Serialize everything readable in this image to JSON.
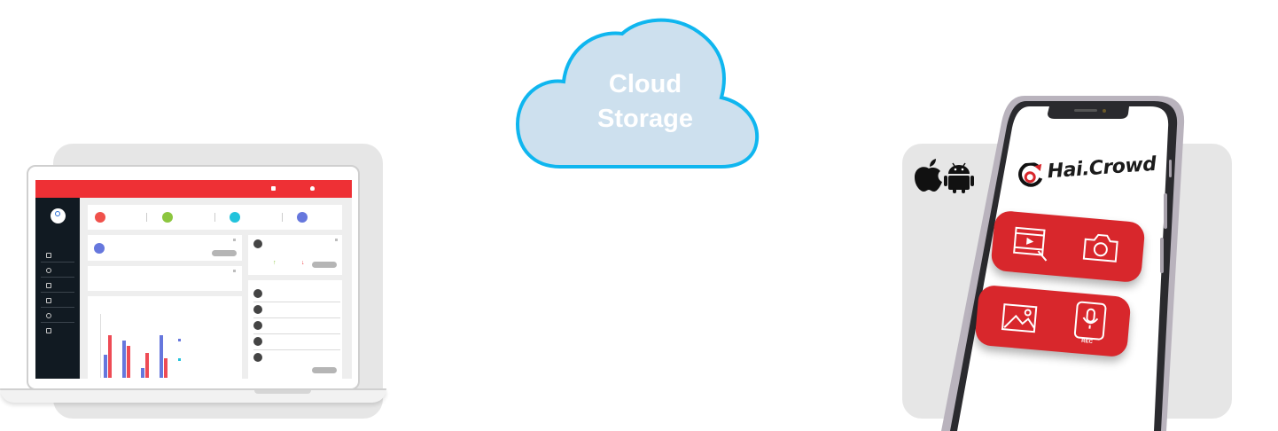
{
  "cloud": {
    "line1": "Cloud",
    "line2": "Storage",
    "fill_color": "#cde0ee",
    "border_color": "#0fb6ef"
  },
  "laptop": {
    "accent_color": "#ee3035",
    "sidebar_color": "#111a22",
    "sidebar_icons": [
      "home-icon",
      "reload-icon",
      "car-icon",
      "car-icon",
      "gear-icon",
      "logout-icon"
    ],
    "stat_colors": [
      "#f0514b",
      "#8cc63f",
      "#22c3dc",
      "#6677dd"
    ],
    "bar_chart": {
      "series_colors": [
        "#6677dd",
        "#ee4b55"
      ],
      "groups": [
        {
          "blue": 0.55,
          "red": 1.0
        },
        {
          "blue": 0.88,
          "red": 0.75
        },
        {
          "blue": 0.22,
          "red": 0.58
        },
        {
          "blue": 1.0,
          "red": 0.45
        }
      ]
    }
  },
  "phone": {
    "platform_icons": [
      "apple-icon",
      "android-icon"
    ],
    "app_name": "Hai.Crowd",
    "brand_color": "#d8272c",
    "features": [
      "video-record-icon",
      "camera-icon",
      "image-icon",
      "voice-record-icon"
    ],
    "voice_badge": "REC"
  }
}
